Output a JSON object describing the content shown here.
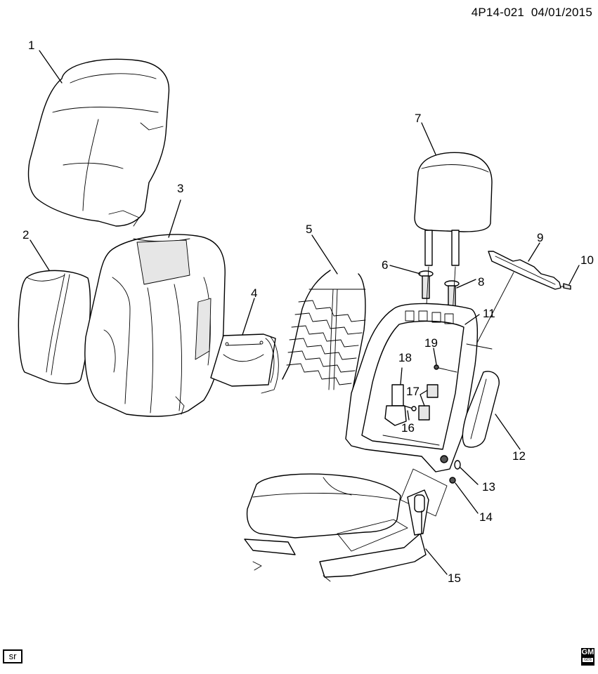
{
  "header": {
    "illustration_id": "4P14-021",
    "date": "04/01/2015"
  },
  "footer": {
    "tag_label": "sr",
    "brand_logo": {
      "top": "GM",
      "bottom": "GDS",
      "icon": "gm-logo-icon"
    }
  },
  "diagram": {
    "subject": "Front seat exploded view",
    "callouts": [
      {
        "id": "1",
        "label": "1",
        "part": "seatback-cover"
      },
      {
        "id": "2",
        "label": "2",
        "part": "side-bolster-panel"
      },
      {
        "id": "3",
        "label": "3",
        "part": "seatback-cushion-pad"
      },
      {
        "id": "4",
        "label": "4",
        "part": "lumbar-support"
      },
      {
        "id": "5",
        "label": "5",
        "part": "seatback-spring-mat"
      },
      {
        "id": "6",
        "label": "6",
        "part": "headrest-guide-left"
      },
      {
        "id": "7",
        "label": "7",
        "part": "headrest"
      },
      {
        "id": "8",
        "label": "8",
        "part": "headrest-guide-right"
      },
      {
        "id": "9",
        "label": "9",
        "part": "seatback-rear-panel-bracket"
      },
      {
        "id": "10",
        "label": "10",
        "part": "fastener"
      },
      {
        "id": "11",
        "label": "11",
        "part": "seatback-frame"
      },
      {
        "id": "12",
        "label": "12",
        "part": "side-trim-panel"
      },
      {
        "id": "13",
        "label": "13",
        "part": "washer"
      },
      {
        "id": "14",
        "label": "14",
        "part": "nut"
      },
      {
        "id": "15",
        "label": "15",
        "part": "seat-adjuster-track"
      },
      {
        "id": "16",
        "label": "16",
        "part": "bolt"
      },
      {
        "id": "17",
        "label": "17",
        "part": "pad-pair"
      },
      {
        "id": "18",
        "label": "18",
        "part": "recliner-motor"
      },
      {
        "id": "19",
        "label": "19",
        "part": "clip"
      }
    ]
  }
}
